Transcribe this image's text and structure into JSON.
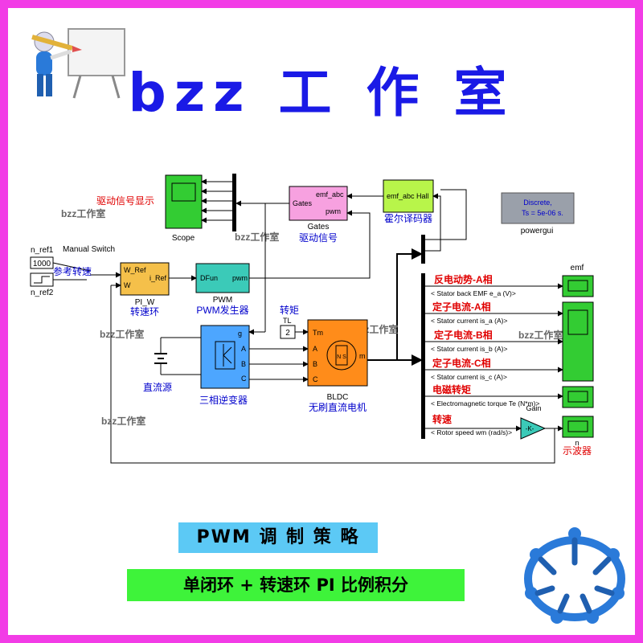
{
  "title": "bzz 工 作 室",
  "watermark": "bzz工作室",
  "banners": {
    "strategy": "PWM 调 制 策 略",
    "control": "单闭环 + 转速环  PI 比例积分"
  },
  "colors": {
    "frame": "#f23ce6",
    "title": "#1a1ae6",
    "label_red": "#e00000",
    "label_blue": "#0000cc",
    "scope_green": "#33cc33",
    "orange": "#ff8c1a",
    "blue_block": "#4da6ff"
  },
  "blocks": {
    "n_ref1": "n_ref1",
    "n_ref2": "n_ref2",
    "const_1000": "1000",
    "manual_switch": "Manual Switch",
    "ref_speed": "参考转速",
    "pi_in1": "W_Ref",
    "pi_in2": "W",
    "pi_out": "i_Ref",
    "pi_name": "PI_W",
    "pi_cn": "转速环",
    "pwm_in": "DFun",
    "pwm_out": "pwm",
    "pwm_name": "PWM",
    "pwm_cn": "PWM发生器",
    "gates_in": "Gates",
    "gates_emf": "emf_abc",
    "gates_pwm": "pwm",
    "gates_name": "Gates",
    "gates_cn": "驱动信号",
    "hall_in": "emf_abc",
    "hall_out": "Hall",
    "hall_cn": "霍尔译码器",
    "scope_name": "Scope",
    "scope_cn": "驱动信号显示",
    "powergui_line1": "Discrete,",
    "powergui_line2": "Ts = 5e-06 s.",
    "powergui_name": "powergui",
    "torque_cn": "转矩",
    "tl_label": "TL",
    "tl_value": "2",
    "dc_cn": "直流源",
    "inv_cn": "三相逆变器",
    "inv_g": "g",
    "inv_a": "A",
    "inv_b": "B",
    "inv_c": "C",
    "motor_tm": "Tm",
    "motor_a": "A",
    "motor_b": "B",
    "motor_c": "C",
    "motor_m": "m",
    "motor_ns": "N S",
    "motor_name": "BLDC",
    "motor_cn": "无刷直流电机",
    "emf_scope": "emf",
    "gain_name": "Gain",
    "gain_sym": "-K-",
    "n_scope": "n",
    "osc_cn": "示波器"
  },
  "signals": [
    {
      "cn": "反电动势-A相",
      "en": "< Stator back EMF e_a (V)>"
    },
    {
      "cn": "定子电流-A相",
      "en": "< Stator current is_a (A)>"
    },
    {
      "cn": "定子电流-B相",
      "en": "< Stator current is_b (A)>"
    },
    {
      "cn": "定子电流-C相",
      "en": "< Stator current is_c (A)>"
    },
    {
      "cn": "电磁转矩",
      "en": "< Electromagnetic torque Te (N*m)>"
    },
    {
      "cn": "转速",
      "en": "< Rotor speed wm (rad/s)>"
    }
  ]
}
